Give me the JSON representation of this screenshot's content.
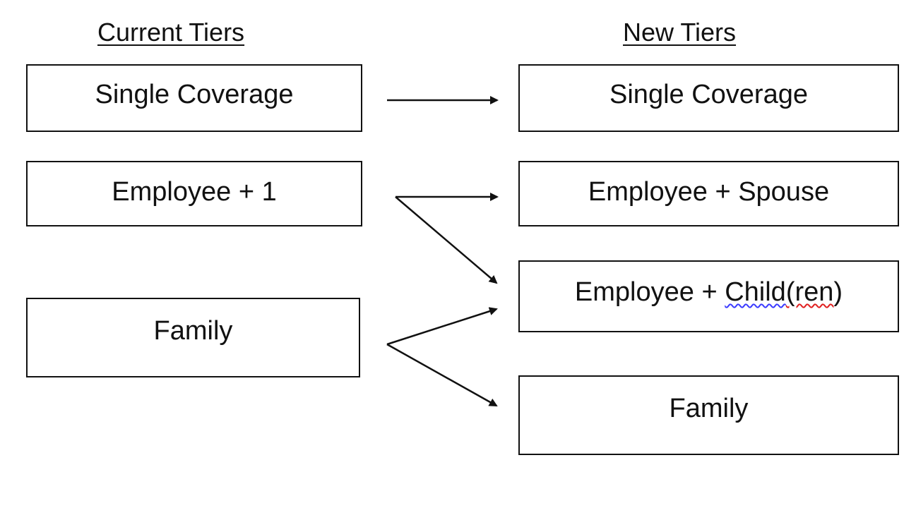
{
  "headings": {
    "current": "Current Tiers",
    "new": "New Tiers"
  },
  "current_tiers": [
    {
      "label": "Single Coverage"
    },
    {
      "label": "Employee + 1"
    },
    {
      "label": "Family"
    }
  ],
  "new_tiers": [
    {
      "label": "Single Coverage"
    },
    {
      "label": "Employee + Spouse"
    },
    {
      "prefix": "Employee + ",
      "spell_blue": "Child",
      "spell_red": "(ren",
      "suffix": ")"
    },
    {
      "label": "Family"
    }
  ],
  "mappings": [
    {
      "from": "Single Coverage",
      "to": "Single Coverage"
    },
    {
      "from": "Employee + 1",
      "to": "Employee + Spouse"
    },
    {
      "from": "Employee + 1",
      "to": "Employee + Child(ren)"
    },
    {
      "from": "Family",
      "to": "Employee + Child(ren)"
    },
    {
      "from": "Family",
      "to": "Family"
    }
  ],
  "colors": {
    "line": "#111111",
    "spellcheck_blue": "#3b3bff",
    "spellcheck_red": "#e02020"
  }
}
